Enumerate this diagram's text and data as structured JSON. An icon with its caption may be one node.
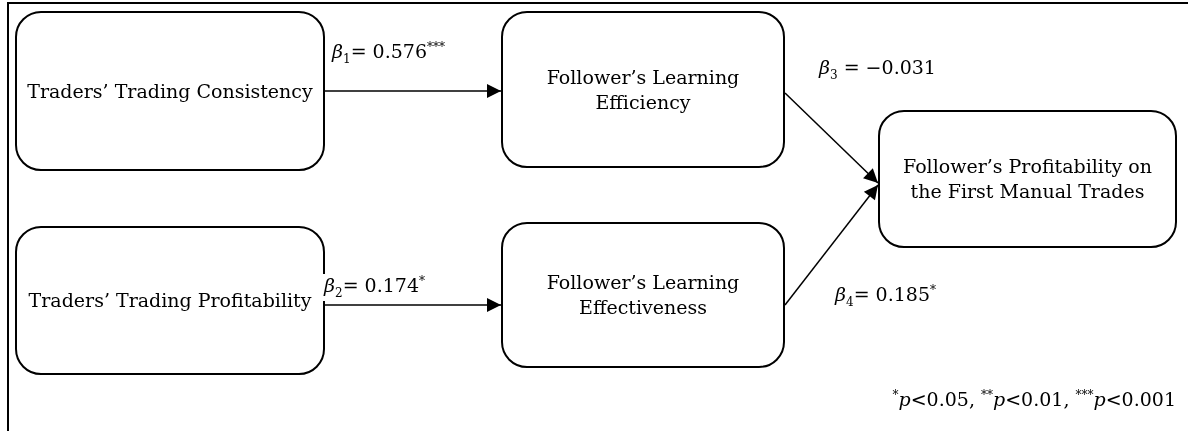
{
  "diagram": {
    "nodes": [
      {
        "text": [
          "Traders’ Trading Consistency"
        ]
      },
      {
        "text": [
          "Follower’s Learning Efficiency"
        ]
      },
      {
        "text": [
          "Follower’s Profitability on the First Manual Trades"
        ]
      },
      {
        "text": [
          "Traders’ Trading Profitability"
        ]
      },
      {
        "text": [
          "Follower’s Learning Effectiveness"
        ]
      }
    ],
    "edges": [
      {
        "from": 0,
        "to": 1,
        "arrow": "to",
        "label": "*β*$_{1}$=  0.576$^{***}$"
      },
      {
        "from": 3,
        "to": 4,
        "arrow": "to",
        "label": "*β*$_{2}$=  0.174$^{*}$"
      },
      {
        "from": 1,
        "to": 2,
        "arrow": "to",
        "label": "*β*$_{3}$ = −0.031"
      },
      {
        "from": 4,
        "to": 2,
        "arrow": "to",
        "label": "*β*$_{4}$=  0.185$^{*}$"
      }
    ],
    "labels": [
      "$^{*}$*p*<0.05, $^{**}$*p*<0.01, $^{***}$*p*<0.001"
    ]
  }
}
